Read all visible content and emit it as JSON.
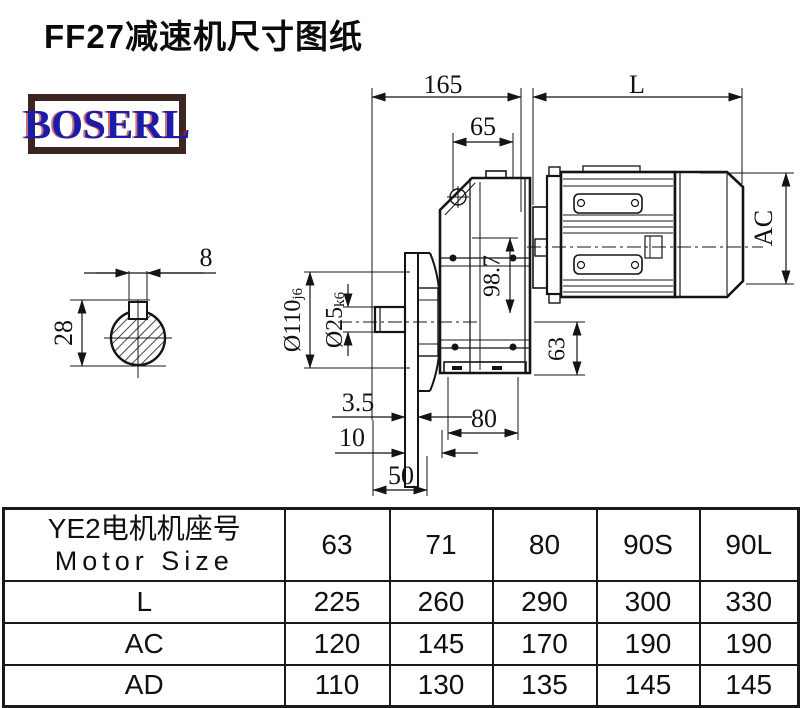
{
  "page": {
    "title": "FF27减速机尺寸图纸"
  },
  "logo": {
    "text": "BOSERL",
    "border_color": "#3c2420",
    "text_color": "#1c1caa"
  },
  "drawing": {
    "dims": {
      "gearbox_length": "165",
      "motor_length": "L",
      "top_width": "65",
      "motor_diameter": "AC",
      "center_height": "98.7",
      "foot_height": "63",
      "flange_diameter": "Ø110",
      "flange_tolerance": "j6",
      "shaft_diameter": "Ø25",
      "shaft_tolerance": "k6",
      "key_width": "8",
      "key_height": "28",
      "plate_thickness": "3.5",
      "flange_offset": "10",
      "hub_length": "50",
      "foot_width": "80"
    }
  },
  "table": {
    "header": {
      "label_cn": "YE2电机机座号",
      "label_en": "Motor Size",
      "sizes": [
        "63",
        "71",
        "80",
        "90S",
        "90L"
      ]
    },
    "rows": [
      {
        "label": "L",
        "values": [
          "225",
          "260",
          "290",
          "300",
          "330"
        ]
      },
      {
        "label": "AC",
        "values": [
          "120",
          "145",
          "170",
          "190",
          "190"
        ]
      },
      {
        "label": "AD",
        "values": [
          "110",
          "130",
          "135",
          "145",
          "145"
        ]
      }
    ]
  }
}
